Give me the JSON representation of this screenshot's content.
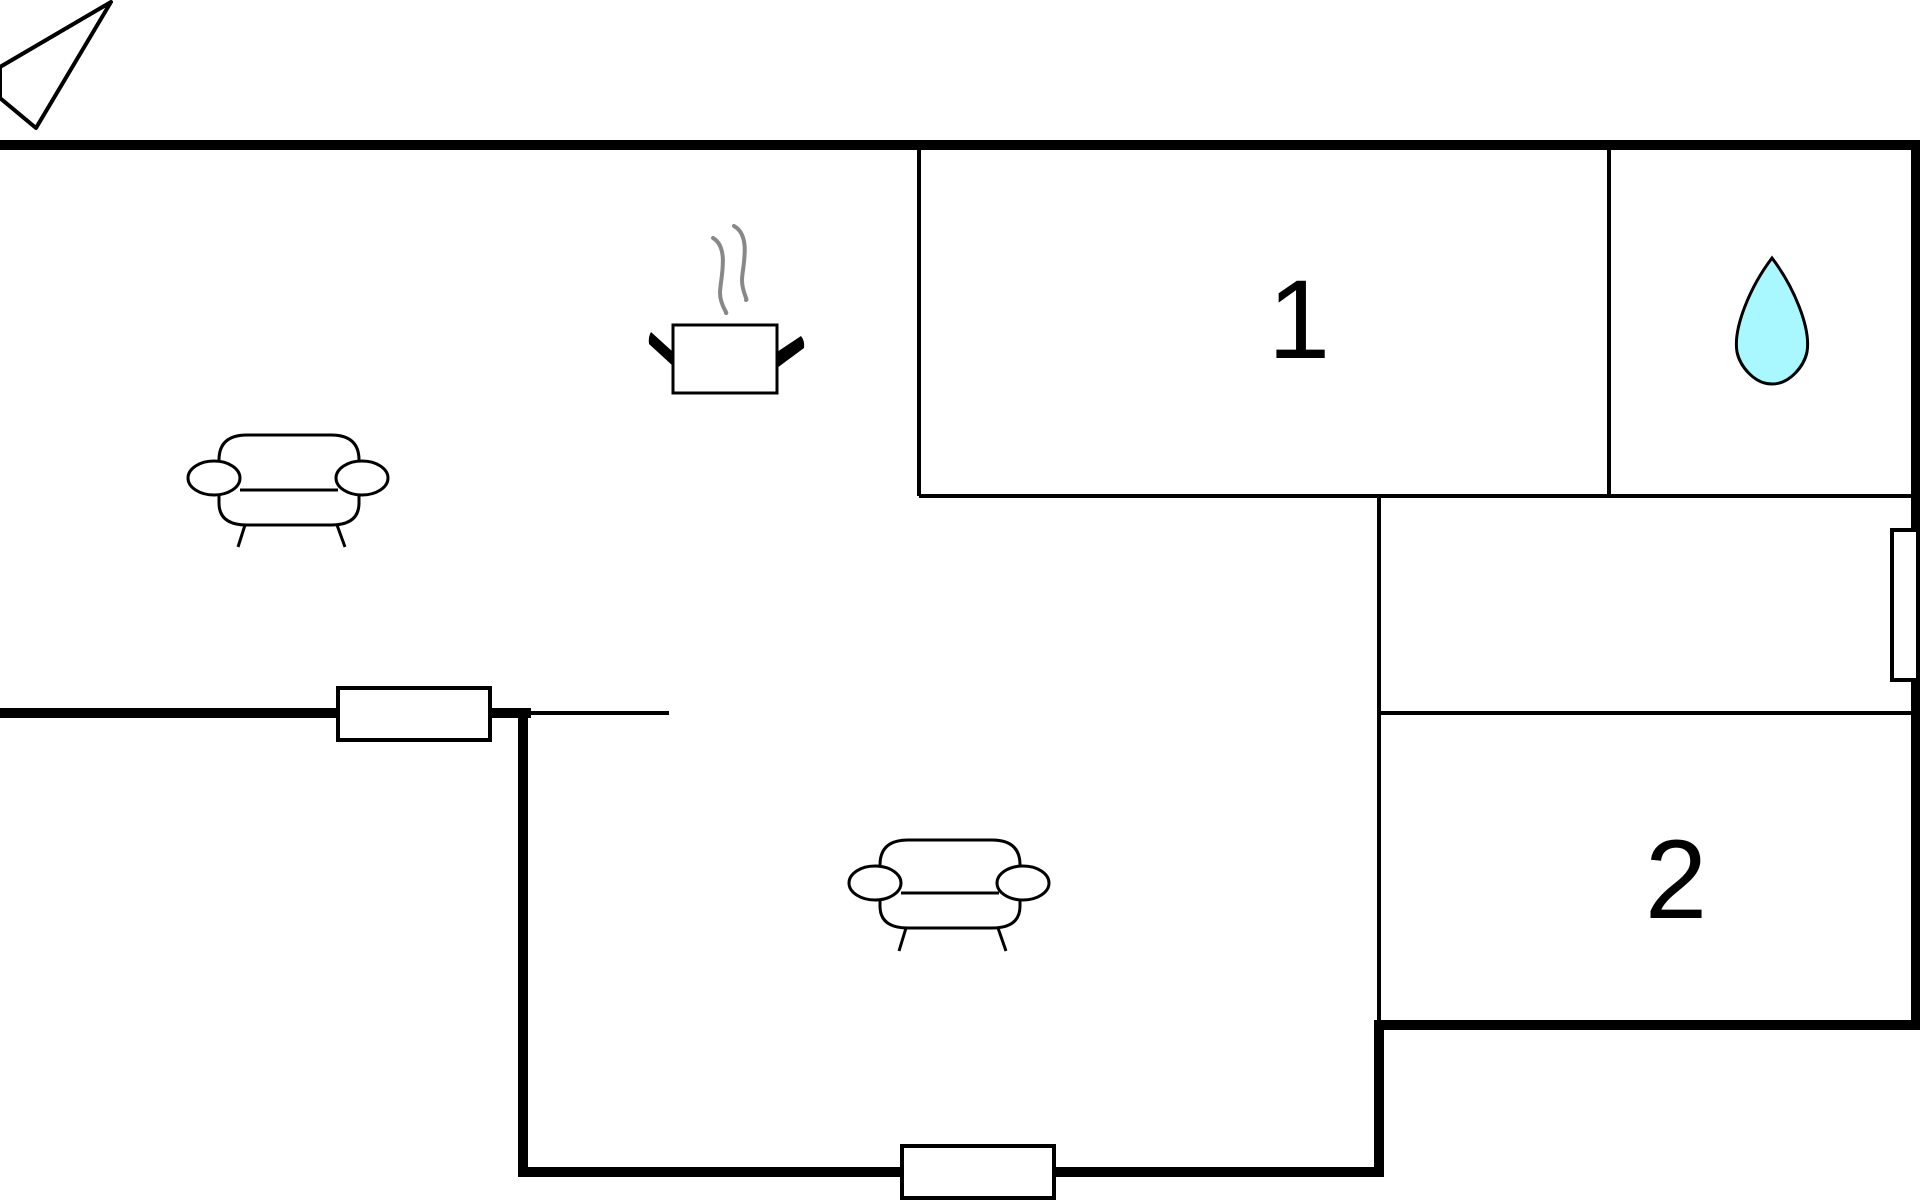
{
  "floorplan": {
    "rooms": [
      {
        "id": "bedroom-1",
        "label": "1"
      },
      {
        "id": "bedroom-2",
        "label": "2"
      }
    ],
    "icons": [
      "compass-north-icon",
      "kitchen-pot-icon",
      "sofa-icon",
      "sofa-icon",
      "water-drop-icon"
    ],
    "colors": {
      "wall": "#000000",
      "steam": "#888888",
      "water": "#aaf8ff",
      "background": "#ffffff"
    }
  }
}
